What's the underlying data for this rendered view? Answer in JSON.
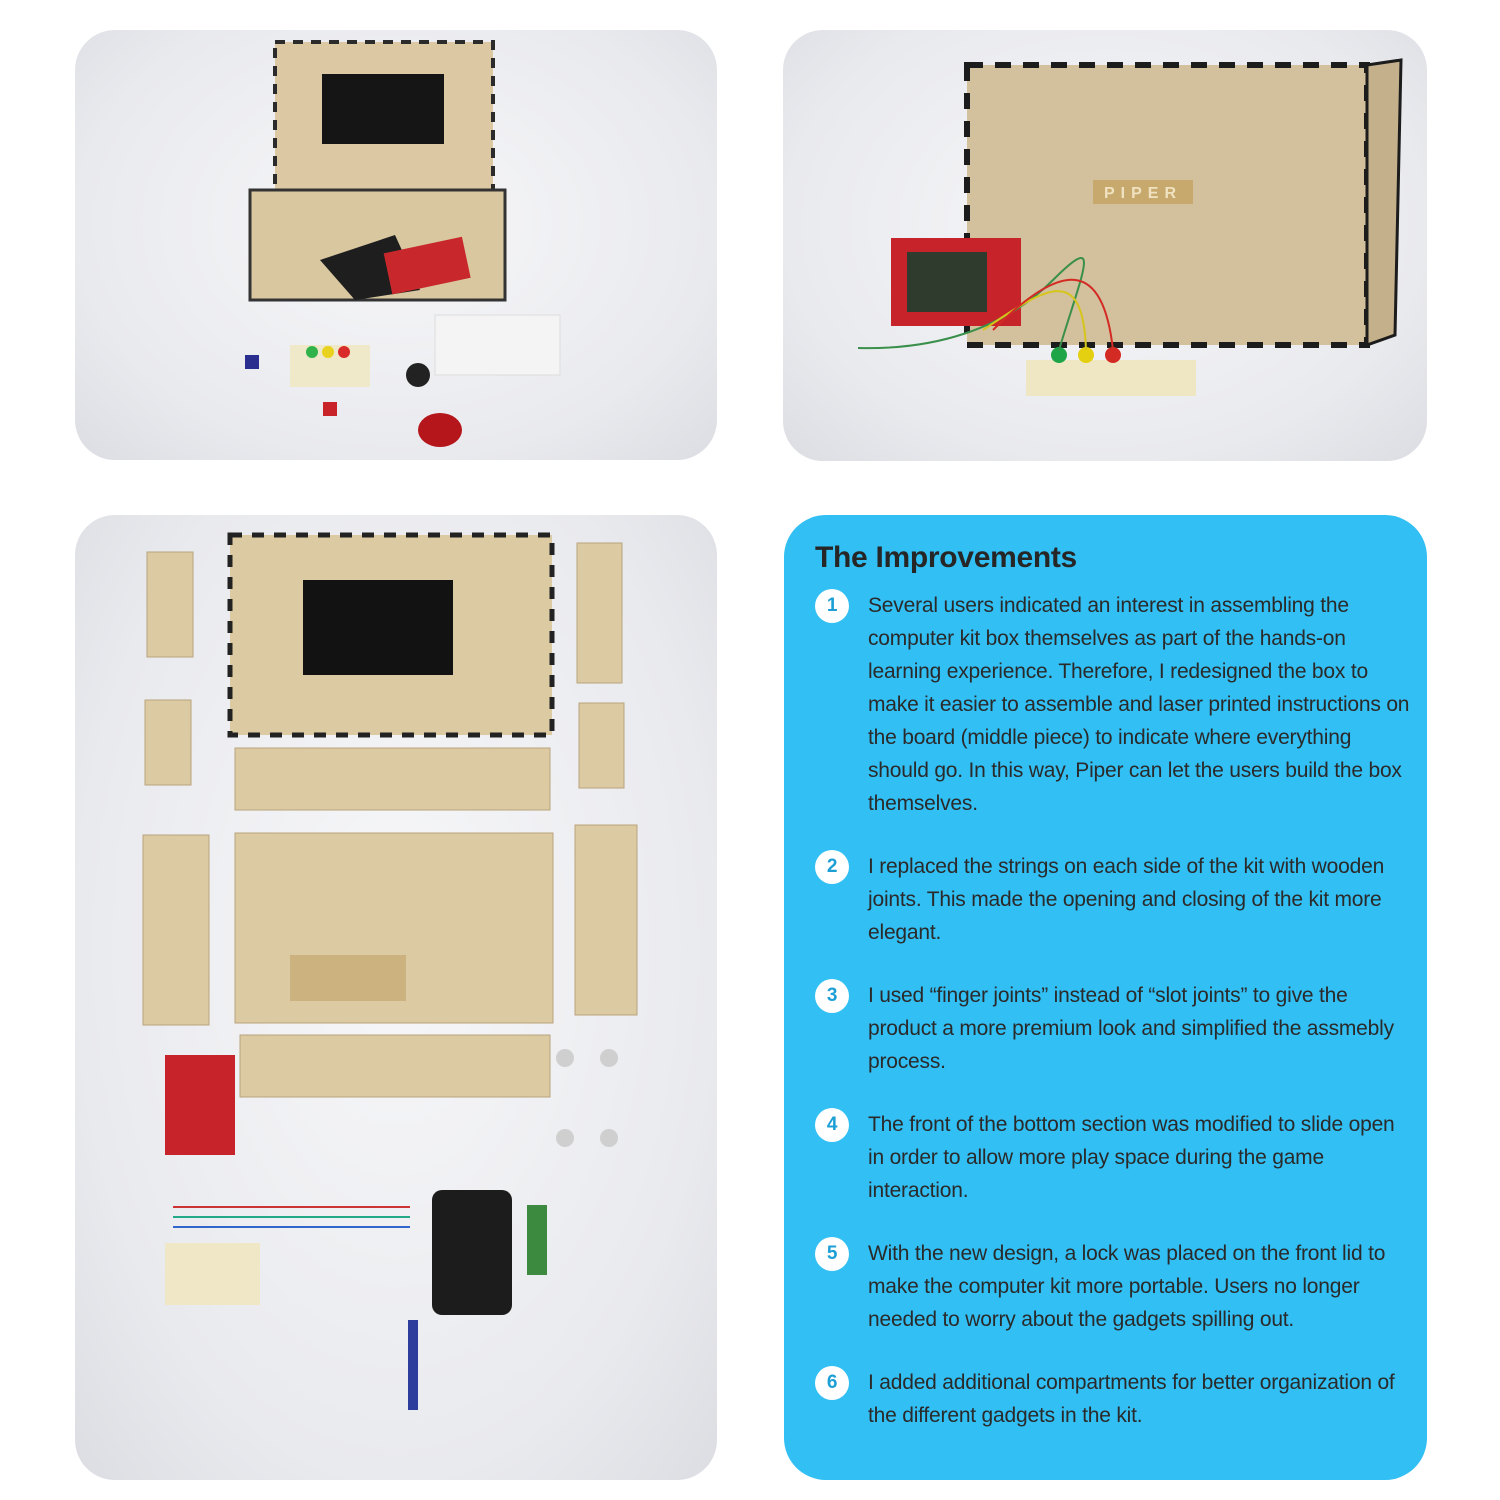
{
  "panel": {
    "title": "The Improvements",
    "accent_color": "#31bff4",
    "items": [
      {
        "number": "1",
        "text": "Several users indicated an interest in assembling the computer kit box themselves as part of the hands-on learning experience. Therefore, I redesigned the box to make it easier to assemble and laser printed instructions on the board (middle piece) to indicate where everything should go. In this way, Piper can let the users build the box themselves."
      },
      {
        "number": "2",
        "text": "I replaced the strings on each side of the kit with wooden joints. This made the opening and closing of the kit more elegant."
      },
      {
        "number": "3",
        "text": "I used “finger joints” instead of “slot joints” to give the product a more premium look and simplified the assmebly process."
      },
      {
        "number": "4",
        "text": "The front of the bottom section was modified to slide open in order to allow more play space during the game interaction."
      },
      {
        "number": "5",
        "text": "With the new design, a lock was placed on the front lid to make the computer kit more portable. Users no longer needed to worry about the gadgets spilling out."
      },
      {
        "number": "6",
        "text": "I added additional compartments for better organization of the different gadgets in the kit."
      }
    ]
  },
  "photos": {
    "box_logo_text": "PIPER"
  }
}
